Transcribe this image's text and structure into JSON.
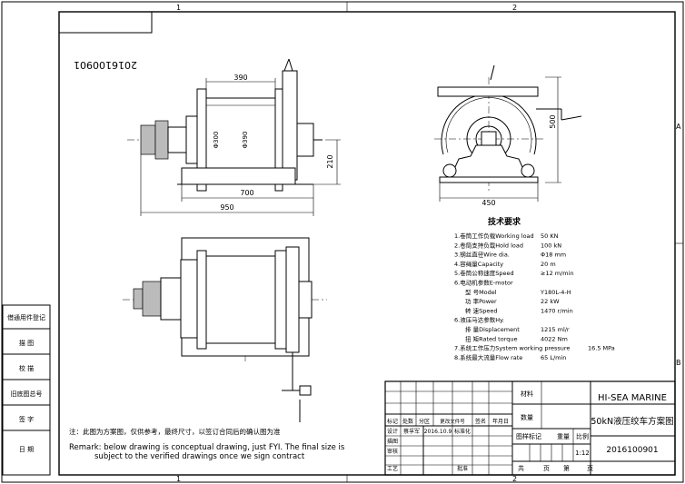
{
  "zone_markers": {
    "top_left": "1",
    "top_right": "2",
    "bottom_left": "1",
    "bottom_right": "2",
    "side_a": "A",
    "side_b": "B"
  },
  "drawing_no_stamp": "2016100901",
  "dimensions": {
    "drum_length": "390",
    "drum_dia_left": "Φ300",
    "drum_dia_right": "Φ390",
    "shaft_height": "210",
    "base_length": "700",
    "overall_length": "950",
    "end_width": "450",
    "end_height": "500"
  },
  "spec": {
    "title": "技术要求",
    "rows": [
      {
        "label": "1.卷筒工作负载Working load",
        "value": "50 KN"
      },
      {
        "label": "2.卷筒支持负载Hold load",
        "value": "100 kN"
      },
      {
        "label": "3.钢丝直径Wire dia.",
        "value": "Φ18 mm"
      },
      {
        "label": "4.容绳量Capacity",
        "value": "20 m"
      },
      {
        "label": "5.卷筒公称速度Speed",
        "value": "≥12 m/min"
      },
      {
        "label": "6.电动机参数E-motor",
        "value": ""
      },
      {
        "label": "型 号Model",
        "value": "Y180L-4-H"
      },
      {
        "label": "功 率Power",
        "value": "22 kW"
      },
      {
        "label": "转 速Speed",
        "value": "1470 r/min"
      },
      {
        "label": "6.液压马达参数Hy.",
        "value": ""
      },
      {
        "label": "排 量Displacement",
        "value": "1215 ml/r"
      },
      {
        "label": "扭 矩Rated torque",
        "value": "4022 Nm"
      },
      {
        "label": "7.系统工作压力System working pressure",
        "value": "16.5 MPa"
      },
      {
        "label": "8.系统最大流量Flow rate",
        "value": "65 L/min"
      }
    ]
  },
  "remarks": {
    "cn": "注：此图为方案图，仅供参考，最终尺寸，以签订合同后的确认图为准",
    "en_line1": "Remark: below drawing is conceptual drawing, just FYI. The final size is",
    "en_line2": "subject to the verified drawings once we sign contract"
  },
  "left_strip": [
    "借通用件登记",
    "描 图",
    "校 描",
    "旧底图总号",
    "签 字",
    "日 期"
  ],
  "title_block": {
    "material_label": "材料",
    "company": "HI-SEA MARINE",
    "quantity_label": "数量",
    "drawing_title": "50kN液压绞车方案图",
    "headers": [
      "标记",
      "处数",
      "分区",
      "更改文件号",
      "签名",
      "年月日"
    ],
    "design_label": "设计",
    "designer": "蔡孚军",
    "design_date": "2016.10.9",
    "standardize_label": "标准化",
    "drawn_label": "描图",
    "checked_label": "审核",
    "process_label": "工艺",
    "approved_label": "批准",
    "stage_label": "图样标记",
    "weight_label": "重量",
    "scale_label": "比例",
    "scale": "1:12",
    "drawing_no": "2016100901",
    "sheet_total": "共",
    "sheet_unit1": "页",
    "sheet_no": "第",
    "sheet_unit2": "页"
  }
}
